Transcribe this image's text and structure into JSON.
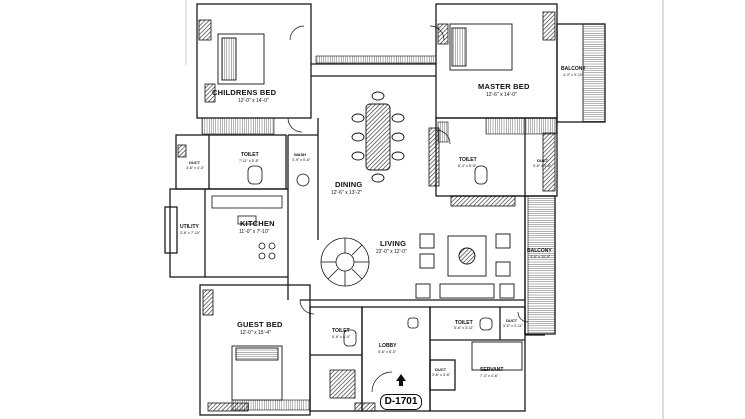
{
  "drawing_number": "D-1701",
  "rooms": {
    "childrens_bed": {
      "name": "CHILDRENS BED",
      "dim": "12'-0\" x 14'-0\""
    },
    "master_bed": {
      "name": "MASTER BED",
      "dim": "12'-6\" x 14'-0\""
    },
    "balcony_top": {
      "name": "BALCONY",
      "dim": "4'-3\" x 9'-10\""
    },
    "duct_left": {
      "name": "DUCT",
      "dim": "3'-6\" x 4'-0\""
    },
    "toilet_left": {
      "name": "TOILET",
      "dim": "7'-11\" x 5'-8\""
    },
    "wash": {
      "name": "WASH",
      "dim": "3'-9\" x 5'-8\""
    },
    "toilet_master": {
      "name": "TOILET",
      "dim": "8'-3\" x 5'-8\""
    },
    "duct_right": {
      "name": "DUCT",
      "dim": "3'-6\" x 5'-8\""
    },
    "dining": {
      "name": "DINING",
      "dim": "12'-6\" x 13'-2\""
    },
    "utility": {
      "name": "UTILITY",
      "dim": "3'-6\" x 7'-10\""
    },
    "kitchen": {
      "name": "KITCHEN",
      "dim": "11'-0\" x 7'-10\""
    },
    "living": {
      "name": "LIVING",
      "dim": "22'-0\" x 12'-0\""
    },
    "balcony_right": {
      "name": "BALCONY",
      "dim": "3'-9\" x 10'-5\""
    },
    "guest_bed": {
      "name": "GUEST BED",
      "dim": "12'-0\" x 15'-4\""
    },
    "toilet_guest": {
      "name": "TOILET",
      "dim": "5'-6\" x 8'-0\""
    },
    "lobby": {
      "name": "LOBBY",
      "dim": "5'-6\" x 8'-0\""
    },
    "toilet_servant": {
      "name": "TOILET",
      "dim": "5'-6\" x 3'-11\""
    },
    "duct_servant": {
      "name": "DUCT",
      "dim": "3'-6\" x 3'-11\""
    },
    "duct_small": {
      "name": "DUCT",
      "dim": "3'-6\" x 3'-6\""
    },
    "servant": {
      "name": "SERVANT",
      "dim": "7'-3\" x 4'-6\""
    }
  },
  "colors": {
    "wall": "#1a1a1a",
    "hatch": "#333333",
    "paper": "#ffffff",
    "frame": "#aaaaaa"
  }
}
